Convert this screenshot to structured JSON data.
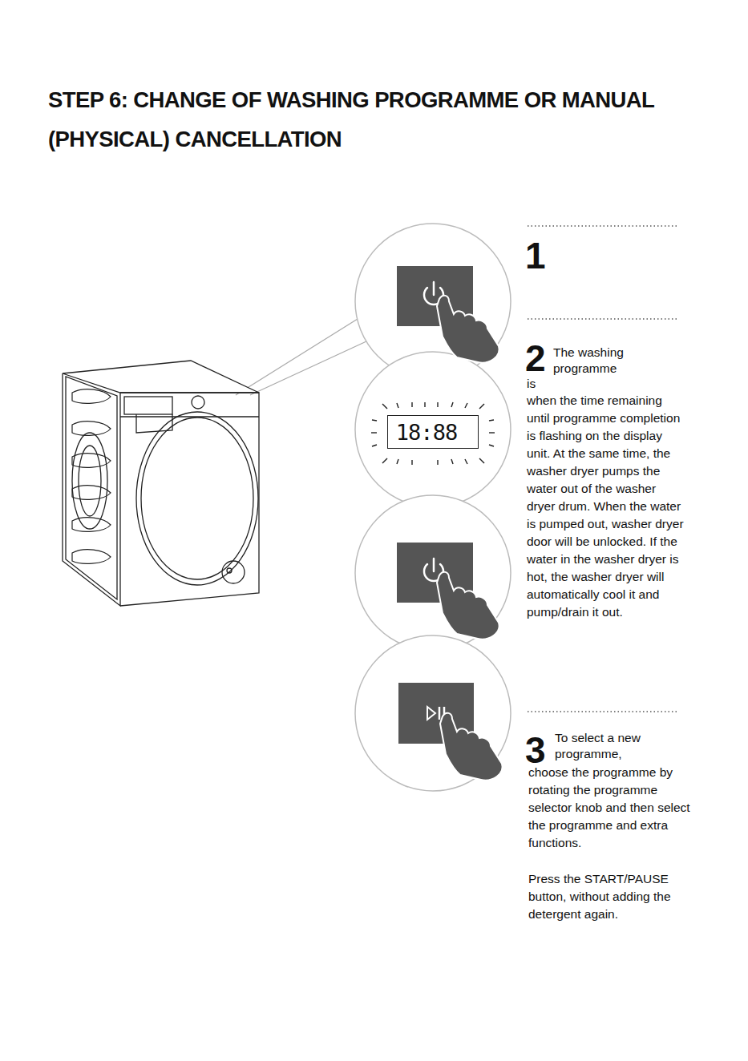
{
  "diagram": {
    "title": "STEP 6: CHANGE OF WASHING PROGRAMME OR MANUAL (PHYSICAL) CANCELLATION",
    "nodes": [
      {
        "text": [
          "18:88"
        ]
      }
    ],
    "labels": [
      "1",
      "2",
      "The washing programme",
      "is",
      "when the time remaining until programme completion is flashing on the display unit. At the same time, the washer dryer pumps the water out of the washer dryer drum. When the water is pumped out, washer dryer door will be unlocked. If the water in the washer dryer is hot, the washer dryer will automatically cool it and pump/drain it out.",
      "3",
      "To select a new programme,",
      "choose the programme by rotating the programme selector knob and then select the programme and extra functions.",
      "Press the START/PAUSE button, without adding the detergent again."
    ]
  }
}
